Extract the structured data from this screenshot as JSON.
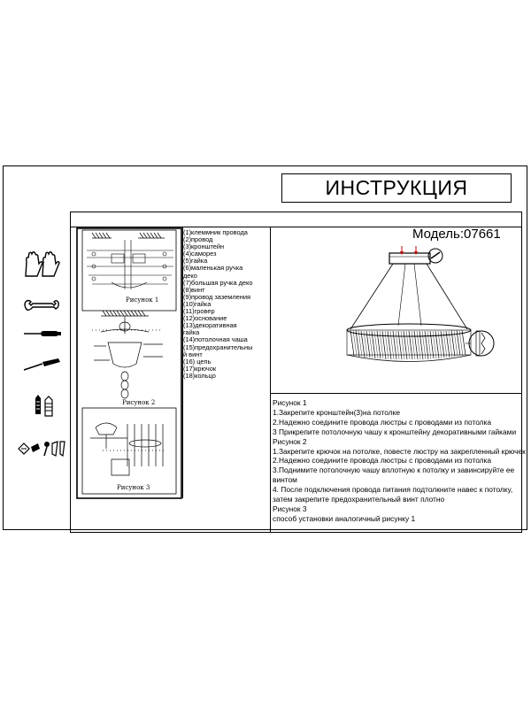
{
  "title": "ИНСТРУКЦИЯ",
  "model": "Модель:07661",
  "figures": {
    "fig1": "Рисунок 1",
    "fig2": "Рисунок 2",
    "fig3": "Рисунок 3"
  },
  "parts": [
    "(1)клеммник провода",
    "(2)провод",
    "(3)кронштейн",
    "(4)саморез",
    "(5)гайка",
    "(6)маленькая ручка",
    "деко",
    "(7)большая ручка деко",
    "(8)винт",
    "(9)провод заземления",
    "(10)гайка",
    "(11)гровер",
    "(12)основание",
    "(13)декоративная",
    "гайка",
    "(14)потолочная чаша",
    "(15)предохранительны",
    "й винт",
    "(16) цепь",
    "(17)крючок",
    "(18)кольцо"
  ],
  "steps": [
    "Рисунок 1",
    "1.Закрепите кронштейн(3)на потолке",
    "2.Надежно соедините провода люстры с проводами из потолка",
    "3 Прикрепите потолочную чашу к кронштейну декоративными гайками",
    "Рисунок 2",
    "1.Закрепите крючок на потолке, повесте люстру на закрепленный крючек",
    "2.Надежно соедините провода люстры с проводами из потолка",
    "3.Поднимите потолочную чашу вплотную к потолку и завинсируйте ее",
    "винтом",
    "4.  После подключения провода питания подтолкните навес к потолку,",
    "затем закрепите предохранительный винт плотно",
    "Рисунок 3",
    "способ установки аналогичный рисунку 1"
  ],
  "tools_icons": [
    "gloves-icon",
    "wrench-icon",
    "screwdriver-icon",
    "screwdriver-icon",
    "wall-anchor-icon",
    "screws-icon"
  ]
}
